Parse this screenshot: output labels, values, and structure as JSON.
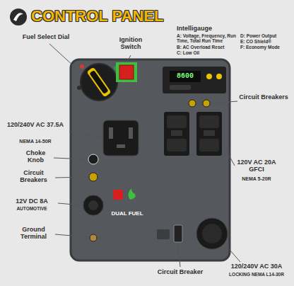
{
  "diagram": {
    "title": "CONTROL PANEL",
    "labels": [
      "Fuel Select Dial",
      "Ignition Switch",
      "Intelligauge",
      "A: Voltage, Frequency, Run Time, Total Run Time",
      "B: AC Overload Reset",
      "C: Low Oil",
      "D: Power Output",
      "E: CO Shield®",
      "F: Economy Mode",
      "Circuit Breakers",
      "120/240V AC 37.5A",
      "NEMA 14-50R",
      "Choke Knob",
      "Circuit Breakers",
      "12V DC 8A",
      "AUTOMOTIVE",
      "Ground Terminal",
      "120V AC 20A GFCI",
      "NEMA 5-20R",
      "Circuit Breaker",
      "120/240V AC 30A",
      "LOCKING NEMA L14-30R",
      "8600",
      "DUAL FUEL"
    ]
  }
}
